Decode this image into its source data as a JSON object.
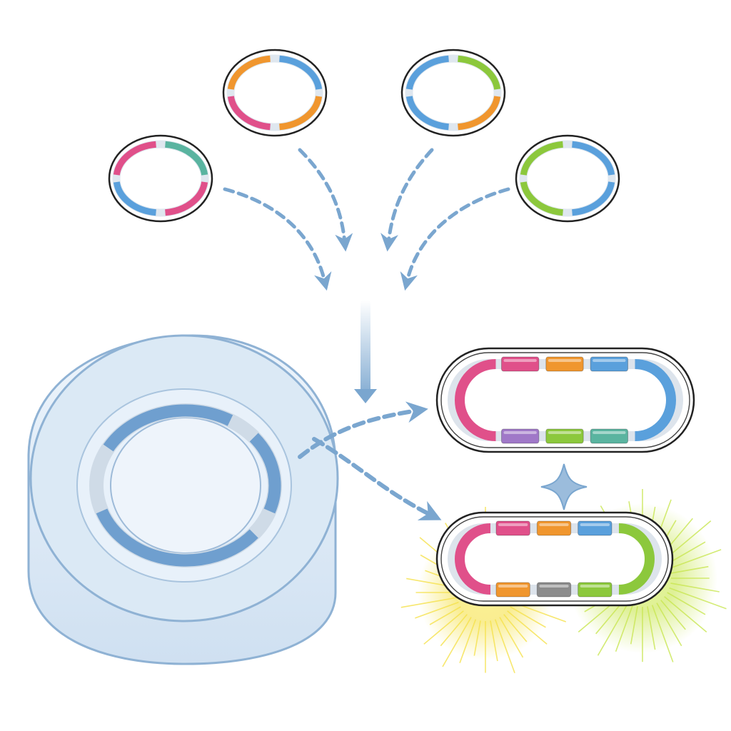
{
  "colors": {
    "pink": "#e0508a",
    "orange": "#f0962e",
    "blue": "#5aa0dc",
    "green": "#8cc83c",
    "teal": "#5ab4a0",
    "purple": "#a078c8",
    "gray": "#8c8c8c",
    "arrow": "#7aa6cf",
    "vessel": "#dbe9f5",
    "vessel_edge": "#8fb2d4",
    "glow_yellow": "#f5e14a",
    "glow_lime": "#c8e650",
    "spark": "#7aa6cf"
  },
  "source_plasmids": [
    {
      "name": "plasmid-left",
      "segments": [
        {
          "color": "teal"
        },
        {
          "color": "pink"
        },
        {
          "color": "blue"
        },
        {
          "color": "pink"
        }
      ]
    },
    {
      "name": "plasmid-center-left",
      "segments": [
        {
          "color": "blue"
        },
        {
          "color": "orange"
        },
        {
          "color": "pink"
        },
        {
          "color": "orange"
        }
      ]
    },
    {
      "name": "plasmid-center-right",
      "segments": [
        {
          "color": "green"
        },
        {
          "color": "orange"
        },
        {
          "color": "blue"
        },
        {
          "color": "blue"
        }
      ]
    },
    {
      "name": "plasmid-right",
      "segments": [
        {
          "color": "blue"
        },
        {
          "color": "blue"
        },
        {
          "color": "green"
        },
        {
          "color": "green"
        }
      ]
    }
  ],
  "assembled_constructs": [
    {
      "name": "construct-top",
      "top_row": [
        "pink",
        "orange",
        "blue"
      ],
      "bottom_row": [
        "purple",
        "green",
        "teal"
      ],
      "left_cap": "pink",
      "right_cap": "blue",
      "glowing": false
    },
    {
      "name": "construct-bottom",
      "top_row": [
        "pink",
        "orange",
        "blue"
      ],
      "bottom_row": [
        "orange",
        "gray",
        "green"
      ],
      "left_cap": "pink",
      "right_cap": "green",
      "glowing": true
    }
  ]
}
